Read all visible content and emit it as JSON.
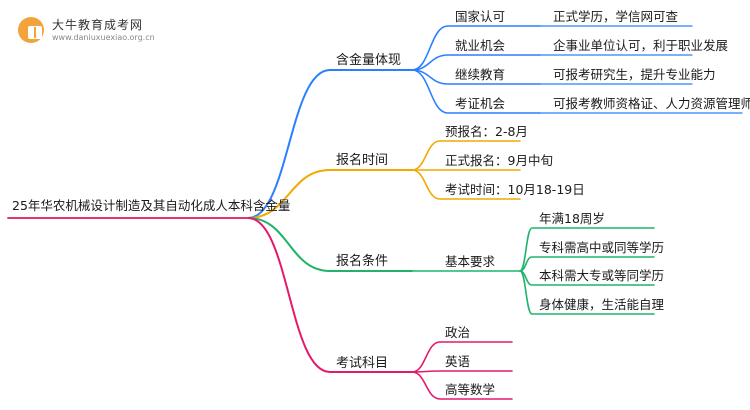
{
  "logo": {
    "name": "大牛教育成考网",
    "url": "www.daniuxuexiao.org.cn",
    "icon": "book-badge-icon"
  },
  "mindmap": {
    "root": "25年华农机械设计制造及其自动化成人本科含金量",
    "colors": {
      "root_branch": "#d81b60",
      "value": "#2a7fff",
      "time": "#f2a900",
      "condition": "#21b36a",
      "subjects": "#e6186b"
    },
    "branches": {
      "value": {
        "label": "含金量体现",
        "children": [
          {
            "label": "国家认可",
            "detail": "正式学历，学信网可查"
          },
          {
            "label": "就业机会",
            "detail": "企事业单位认可，利于职业发展"
          },
          {
            "label": "继续教育",
            "detail": "可报考研究生，提升专业能力"
          },
          {
            "label": "考证机会",
            "detail": "可报考教师资格证、人力资源管理师证等"
          }
        ]
      },
      "time": {
        "label": "报名时间",
        "children": [
          "预报名：2-8月",
          "正式报名：9月中旬",
          "考试时间：10月18-19日"
        ]
      },
      "condition": {
        "label": "报名条件",
        "sub_label": "基本要求",
        "children": [
          "年满18周岁",
          "专科需高中或同等学历",
          "本科需大专或等同学历",
          "身体健康，生活能自理"
        ]
      },
      "subjects": {
        "label": "考试科目",
        "children": [
          "政治",
          "英语",
          "高等数学"
        ]
      }
    }
  }
}
